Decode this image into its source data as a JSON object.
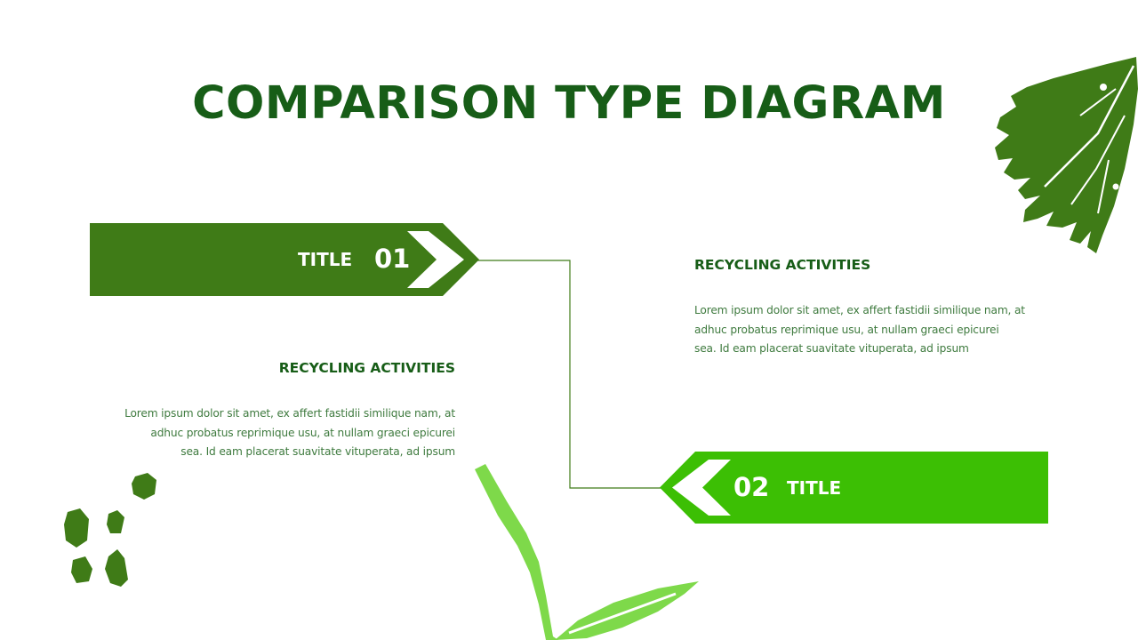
{
  "slide": {
    "title": "COMPARISON TYPE DIAGRAM"
  },
  "colors": {
    "dark_green": "#3f7b17",
    "bright_green": "#3cbf04",
    "light_green": "#7ed94a",
    "heading_green": "#175d17",
    "body_green": "#3e7a3e"
  },
  "item_1": {
    "banner_label": "TITLE",
    "banner_number": "01",
    "heading": "RECYCLING ACTIVITIES",
    "body_lines": [
      "Lorem ipsum dolor sit amet, ex affert fastidii similique nam, at",
      "adhuc probatus reprimique usu, at nullam graeci epicurei",
      "sea. Id eam placerat suavitate vituperata, ad ipsum"
    ]
  },
  "item_2": {
    "banner_label": "TITLE",
    "banner_number": "02",
    "heading": "RECYCLING ACTIVITIES",
    "body_lines": [
      "Lorem ipsum dolor sit amet, ex affert fastidii similique nam, at",
      "adhuc probatus reprimique usu, at nullam graeci epicurei",
      "sea. Id eam placerat suavitate vituperata, ad ipsum"
    ]
  },
  "decorations": {
    "top_right": "monstera-leaf-icon",
    "bottom_left": "paint-dots-icon",
    "bottom_center": "leaf-sprout-icon"
  }
}
